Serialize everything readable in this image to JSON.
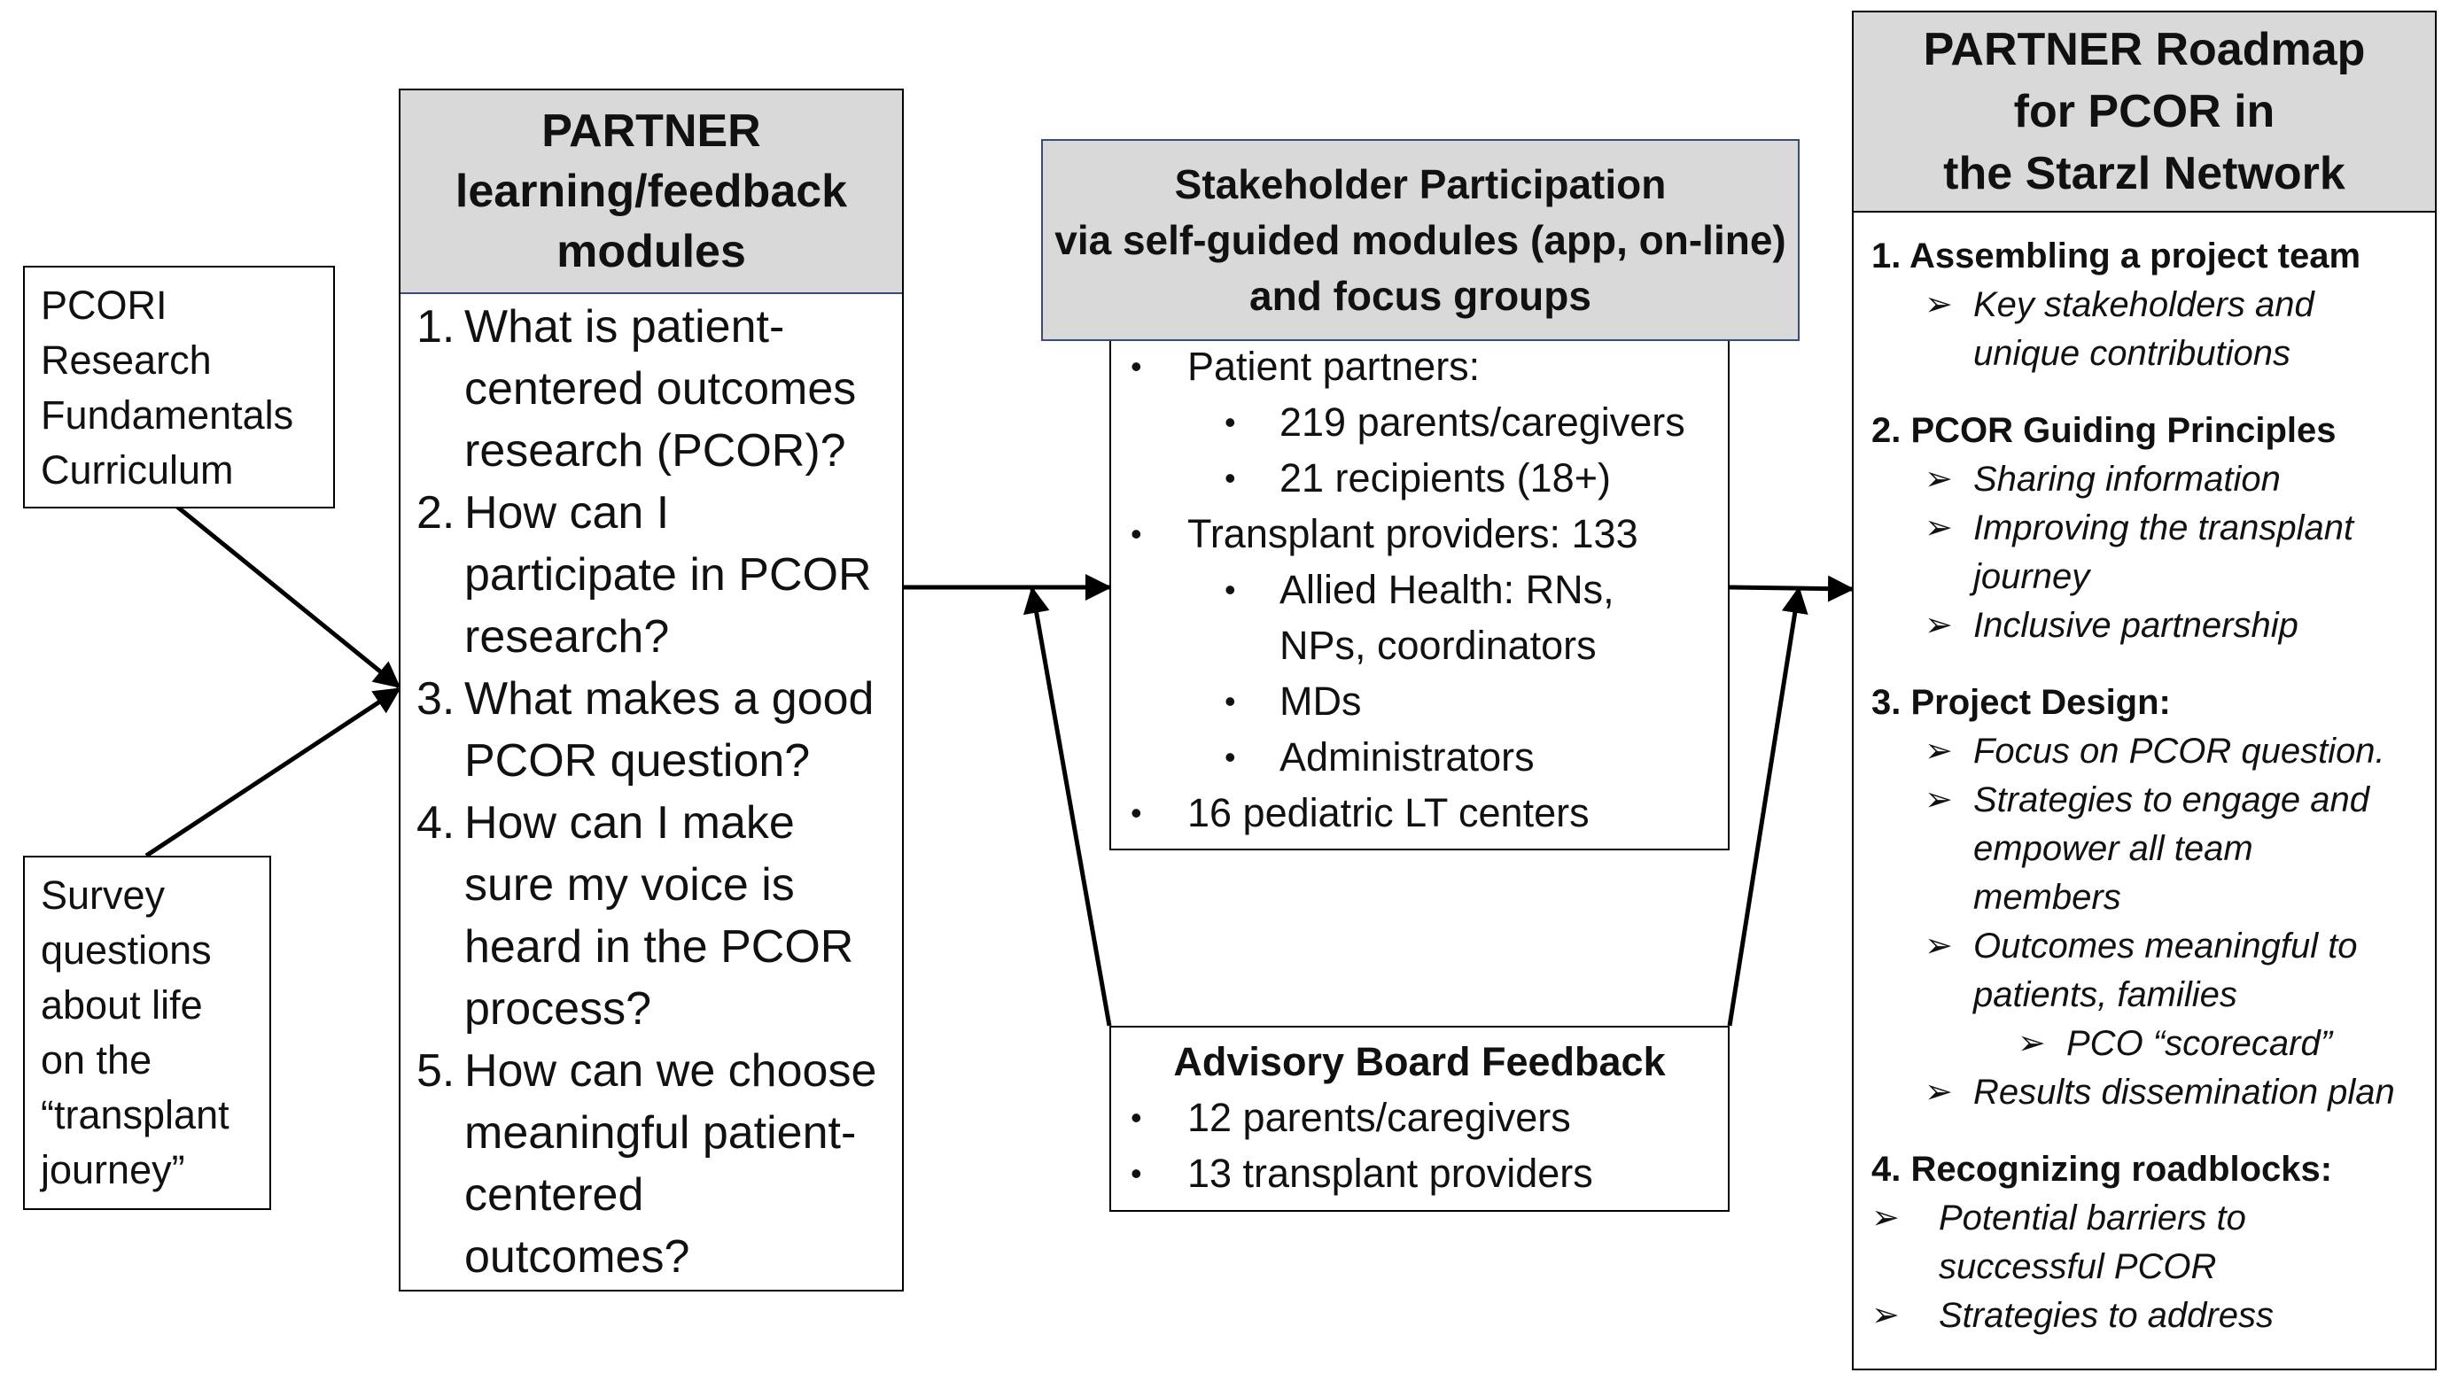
{
  "pcori_box": {
    "lines": [
      "PCORI",
      "Research",
      "Fundamentals",
      "Curriculum"
    ]
  },
  "survey_box": {
    "lines": [
      "Survey",
      "questions",
      "about life",
      "on the",
      "“transplant",
      "journey”"
    ]
  },
  "modules": {
    "title": [
      "PARTNER",
      "learning/feedback",
      "modules"
    ],
    "items": [
      {
        "num": "1.",
        "lines": [
          "What is patient-",
          "centered outcomes",
          "research (PCOR)?"
        ]
      },
      {
        "num": "2.",
        "lines": [
          "How can I",
          "participate in PCOR",
          "research?"
        ]
      },
      {
        "num": "3.",
        "lines": [
          "What makes a good",
          "PCOR question?"
        ]
      },
      {
        "num": "4.",
        "lines": [
          "How can I make",
          "sure my voice is",
          "heard in the PCOR",
          "process?"
        ]
      },
      {
        "num": "5.",
        "lines": [
          "How can we choose",
          "meaningful patient-",
          "centered",
          "outcomes?"
        ]
      }
    ]
  },
  "stakeholder": {
    "title": [
      "Stakeholder Participation",
      "via self-guided modules (app, on-line)",
      "and focus groups"
    ],
    "items": [
      {
        "level": 0,
        "lines": [
          "Patient partners:"
        ]
      },
      {
        "level": 1,
        "lines": [
          "219 parents/caregivers"
        ]
      },
      {
        "level": 1,
        "lines": [
          "21 recipients (18+)"
        ]
      },
      {
        "level": 0,
        "lines": [
          "Transplant providers: 133"
        ]
      },
      {
        "level": 1,
        "lines": [
          "Allied Health: RNs,",
          "NPs, coordinators"
        ]
      },
      {
        "level": 1,
        "lines": [
          "MDs"
        ]
      },
      {
        "level": 1,
        "lines": [
          "Administrators"
        ]
      },
      {
        "level": 0,
        "lines": [
          "16 pediatric LT centers"
        ]
      }
    ]
  },
  "advisory": {
    "title": "Advisory Board Feedback",
    "items": [
      "12 parents/caregivers",
      "13 transplant providers"
    ]
  },
  "roadmap": {
    "title": [
      "PARTNER Roadmap",
      "for PCOR in",
      "the Starzl Network"
    ],
    "sections": [
      {
        "heading": "1.  Assembling a project team",
        "items": [
          {
            "level": 1,
            "lines": [
              "Key stakeholders and",
              "unique contributions"
            ]
          }
        ]
      },
      {
        "heading": "2. PCOR Guiding Principles",
        "items": [
          {
            "level": 1,
            "lines": [
              "Sharing information"
            ]
          },
          {
            "level": 1,
            "lines": [
              "Improving the transplant",
              "journey"
            ]
          },
          {
            "level": 1,
            "lines": [
              "Inclusive partnership"
            ]
          }
        ]
      },
      {
        "heading": "3. Project Design:",
        "items": [
          {
            "level": 1,
            "lines": [
              "Focus on PCOR question."
            ]
          },
          {
            "level": 1,
            "lines": [
              "Strategies to engage and",
              "empower all team",
              "members"
            ]
          },
          {
            "level": 1,
            "lines": [
              "Outcomes meaningful to",
              "patients, families"
            ]
          },
          {
            "level": 2,
            "lines": [
              "PCO “scorecard”"
            ]
          },
          {
            "level": 1,
            "lines": [
              "Results dissemination plan"
            ]
          }
        ]
      },
      {
        "heading": "4. Recognizing roadblocks:",
        "items": [
          {
            "level": 0,
            "lines": [
              "Potential barriers to",
              "successful PCOR"
            ]
          },
          {
            "level": 0,
            "lines": [
              "Strategies to address"
            ]
          }
        ]
      }
    ]
  },
  "glyphs": {
    "bullet": "•",
    "arrow_bullet": "➢"
  }
}
